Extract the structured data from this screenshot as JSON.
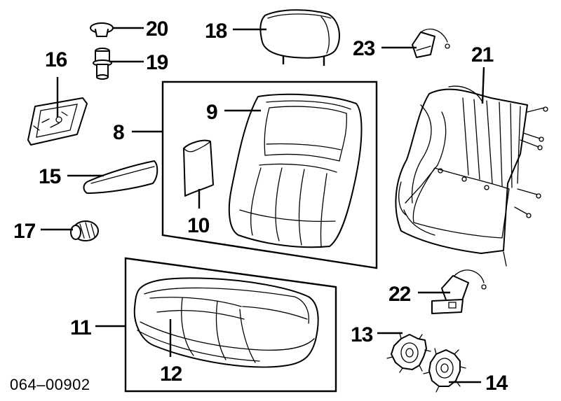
{
  "diagram": {
    "callouts": {
      "c8": "8",
      "c9": "9",
      "c10": "10",
      "c11": "11",
      "c12": "12",
      "c13": "13",
      "c14": "14",
      "c15": "15",
      "c16": "16",
      "c17": "17",
      "c18": "18",
      "c19": "19",
      "c20": "20",
      "c21": "21",
      "c22": "22",
      "c23": "23"
    },
    "figure_number": "064–00902"
  }
}
